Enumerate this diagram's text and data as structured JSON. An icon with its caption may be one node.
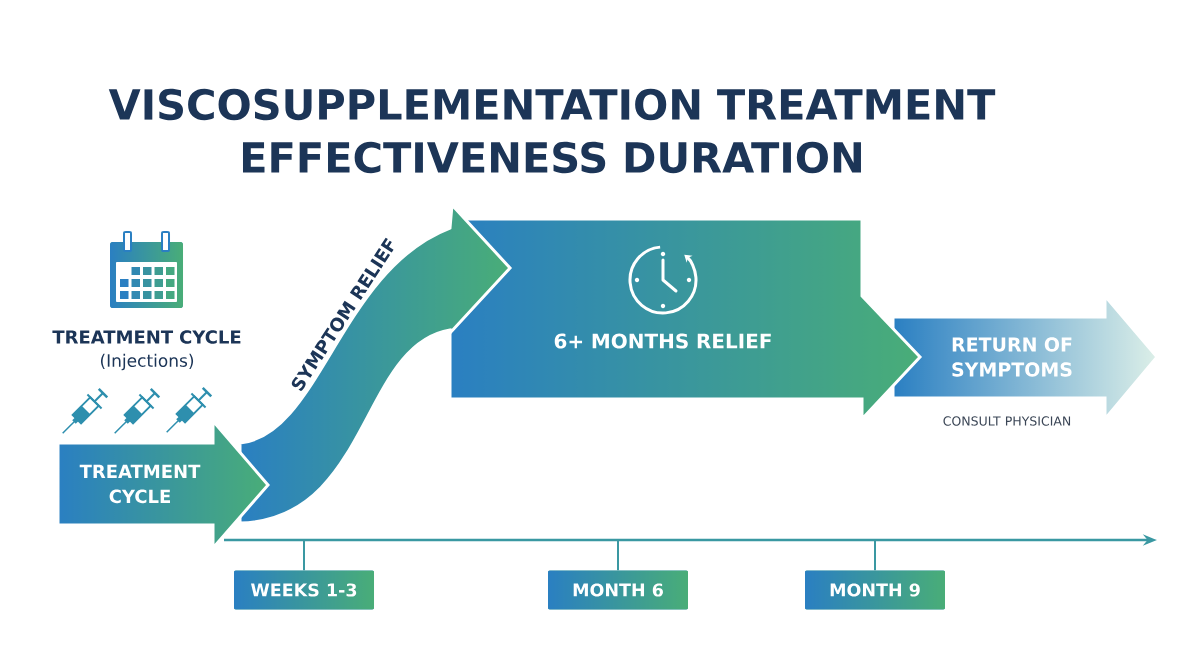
{
  "diagram": {
    "title": "VISCOSUPPLEMENTATION TREATMENT EFFECTIVENESS DURATION",
    "nodes": [
      {
        "text": [
          "TREATMENT CYCLE"
        ]
      },
      {
        "text": [
          "SYMPTOM RELIEF"
        ]
      },
      {
        "text": [
          "6+ MONTHS RELIEF"
        ]
      },
      {
        "text": [
          "RETURN OF SYMPTOMS"
        ],
        "beside": [
          "CONSULT PHYSICIAN"
        ]
      },
      {
        "text": [],
        "shape": "arrow"
      },
      {
        "text": [
          "WEEKS 1-3"
        ]
      },
      {
        "text": [
          "MONTH 6"
        ]
      },
      {
        "text": [
          "MONTH 9"
        ]
      }
    ],
    "edges": [
      {
        "from": 4,
        "to": 5,
        "arrow": "none"
      },
      {
        "from": 4,
        "to": 6,
        "arrow": "none"
      },
      {
        "from": 4,
        "to": 7,
        "arrow": "none"
      }
    ],
    "labels": [
      "TREATMENT CYCLE",
      "(Injections)"
    ]
  }
}
